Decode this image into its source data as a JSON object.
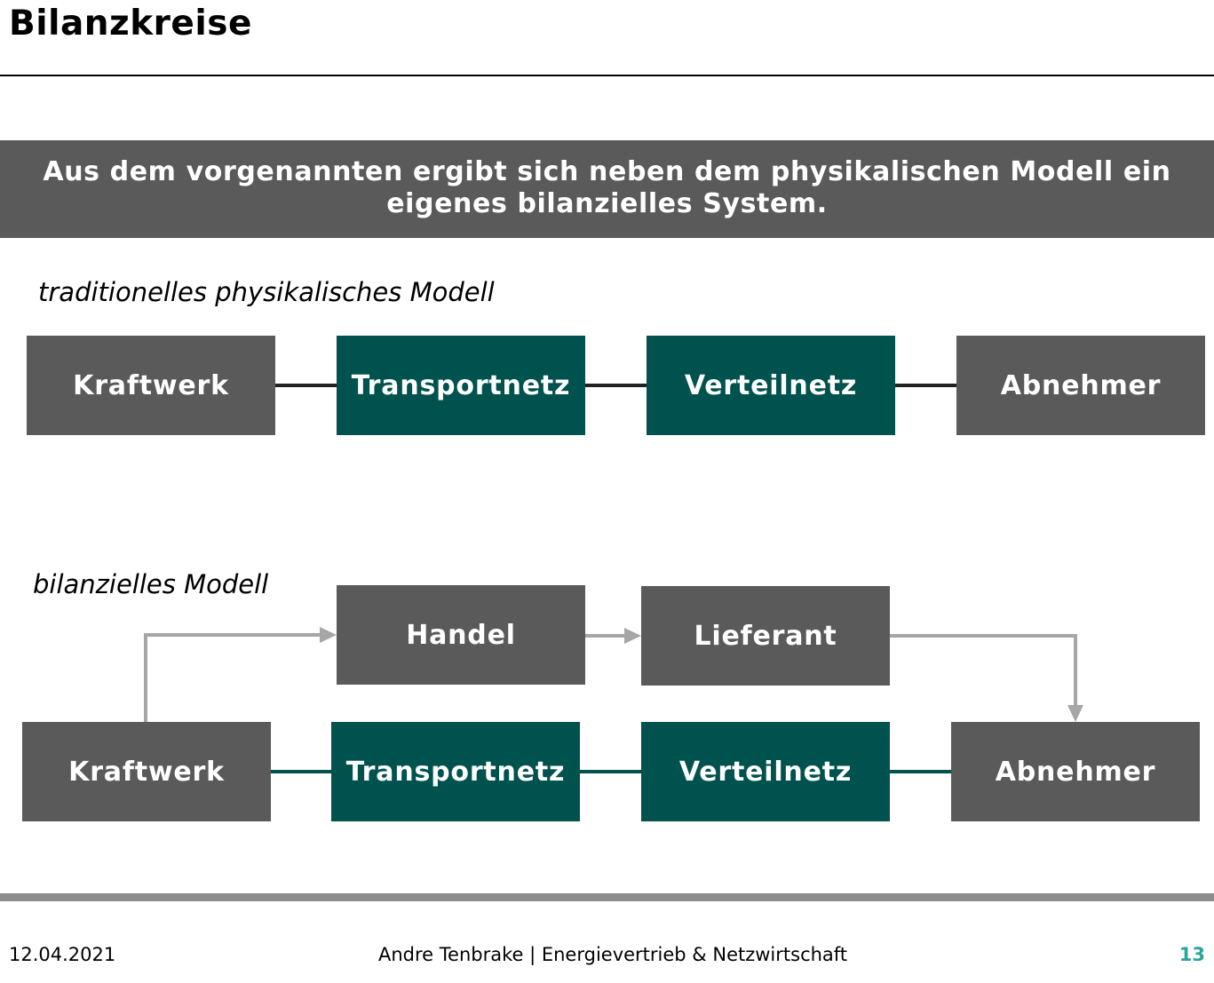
{
  "title": "Bilanzkreise",
  "banner": "Aus dem vorgenannten ergibt sich neben dem physikalischen Modell ein eigenes bilanzielles System.",
  "physical_model": {
    "label": "traditionelles physikalisches Modell",
    "nodes": {
      "kraftwerk": "Kraftwerk",
      "transportnetz": "Transportnetz",
      "verteilnetz": "Verteilnetz",
      "abnehmer": "Abnehmer"
    }
  },
  "balance_model": {
    "label": "bilanzielles Modell",
    "nodes": {
      "handel": "Handel",
      "lieferant": "Lieferant",
      "kraftwerk": "Kraftwerk",
      "transportnetz": "Transportnetz",
      "verteilnetz": "Verteilnetz",
      "abnehmer": "Abnehmer"
    }
  },
  "colors": {
    "gray_box": "#5a5a5a",
    "teal_box": "#00524f",
    "flow_arrow": "#a6a6a6",
    "page_number": "#2aa59a"
  },
  "footer": {
    "date": "12.04.2021",
    "center": "Andre Tenbrake | Energievertrieb & Netzwirtschaft",
    "page": "13"
  }
}
